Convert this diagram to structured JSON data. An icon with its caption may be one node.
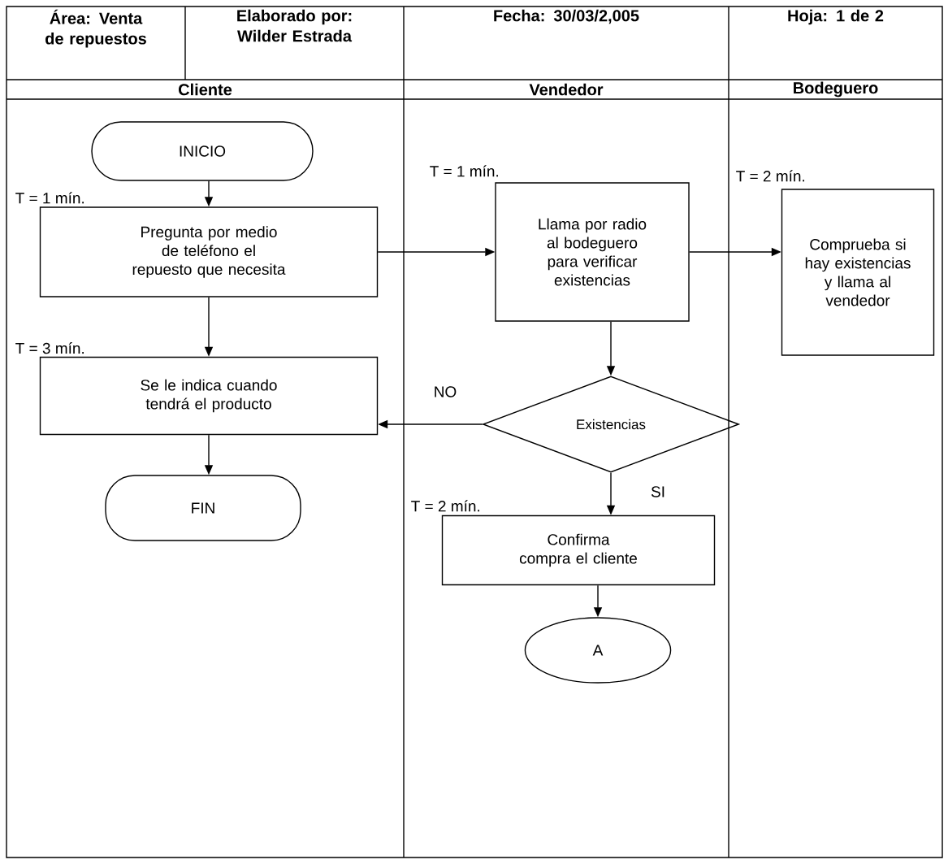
{
  "diagram": {
    "nodes": [
      {
        "text": [
          "INICIO"
        ]
      },
      {
        "text": [
          "Pregunta por medio de teléfono el repuesto que necesita"
        ],
        "beside": [
          "T = 1 mín."
        ]
      },
      {
        "text": [
          "Se le indica cuando tendrá el producto"
        ],
        "beside": [
          "T = 3 mín."
        ]
      },
      {
        "text": [
          "FIN"
        ]
      },
      {
        "text": [
          "Llama por radio al bodeguero para verificar existencias"
        ],
        "beside": [
          "T = 1 mín."
        ]
      },
      {
        "text": [
          "Comprueba si hay existencias y llama al vendedor"
        ],
        "beside": [
          "T = 2 mín."
        ]
      },
      {
        "text": [
          "Existencias"
        ]
      },
      {
        "text": [
          "Confirma compra el cliente"
        ],
        "beside": [
          "T = 2 mín."
        ]
      },
      {
        "text": [
          "A"
        ]
      }
    ],
    "edges": [
      {
        "from": 0,
        "to": 1,
        "arrow": "to"
      },
      {
        "from": 1,
        "to": 4,
        "arrow": "to"
      },
      {
        "from": 4,
        "to": 5,
        "arrow": "to"
      },
      {
        "from": 1,
        "to": 2,
        "arrow": "to"
      },
      {
        "from": 4,
        "to": 6,
        "arrow": "to"
      },
      {
        "from": 6,
        "to": 2,
        "arrow": "to",
        "label": "NO"
      },
      {
        "from": 2,
        "to": 3,
        "arrow": "to"
      },
      {
        "from": 6,
        "to": 7,
        "arrow": "to",
        "label": "SI"
      },
      {
        "from": 7,
        "to": 8,
        "arrow": "to"
      }
    ],
    "labels": [
      "Área: Venta de repuestos",
      "Elaborado por: Wilder Estrada",
      "Fecha: 30/03/2,005",
      "Hoja: 1 de 2",
      "Cliente",
      "Vendedor",
      "Bodeguero"
    ]
  }
}
